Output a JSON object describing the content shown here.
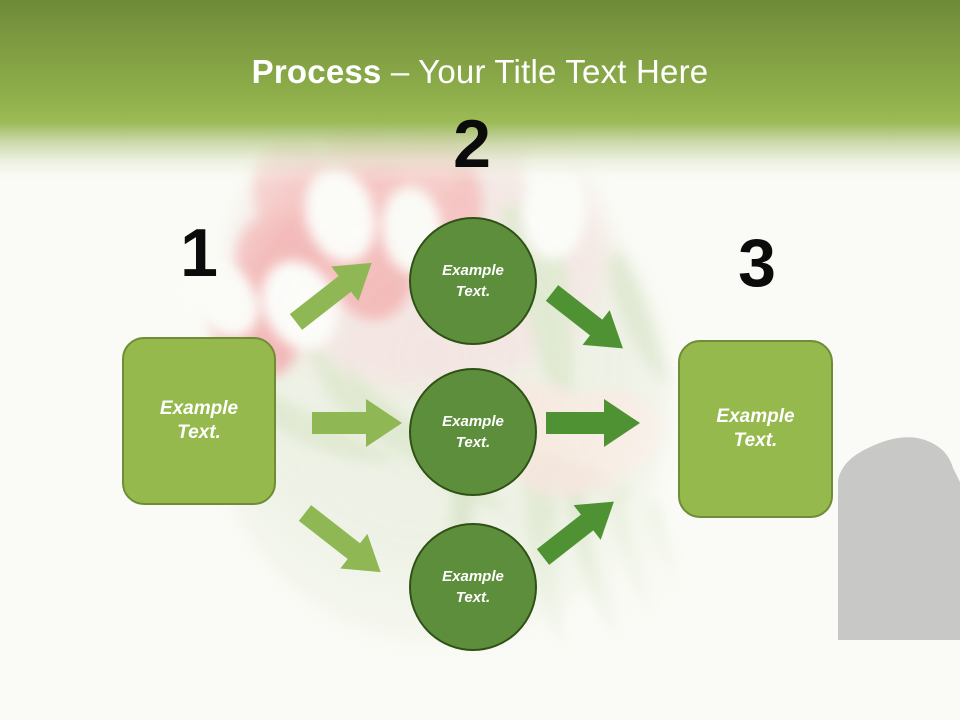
{
  "slide": {
    "title_bold": "Process",
    "title_rest": " – Your Title Text Here",
    "background_color": "#fafbf6",
    "header_top_color": "#6d8a39",
    "header_bottom_color": "#9cbb55"
  },
  "steps": [
    {
      "number": "1",
      "shape": "rounded-box",
      "label": "Example\nText.",
      "label_line1": "Example",
      "label_line2": "Text.",
      "fill_color": "#95b94c",
      "border_color": "#6f8c36"
    },
    {
      "number": "2",
      "shape": "circle-group",
      "fill_color": "#5d8e3c",
      "border_color": "#2f5116",
      "nodes": [
        {
          "label_line1": "Example",
          "label_line2": "Text."
        },
        {
          "label_line1": "Example",
          "label_line2": "Text."
        },
        {
          "label_line1": "Example",
          "label_line2": "Text."
        }
      ]
    },
    {
      "number": "3",
      "shape": "rounded-box",
      "label": "Example\nText.",
      "label_line1": "Example",
      "label_line2": "Text.",
      "fill_color": "#95b94c",
      "border_color": "#6f8c36"
    }
  ],
  "arrows": {
    "left_group_color": "#8fb855",
    "right_group_color": "#4e9233",
    "items": [
      {
        "name": "arrow-box1-to-circle-top",
        "direction": "up-right",
        "group": "left"
      },
      {
        "name": "arrow-box1-to-circle-middle",
        "direction": "right",
        "group": "left"
      },
      {
        "name": "arrow-box1-to-circle-bottom",
        "direction": "down-right",
        "group": "left"
      },
      {
        "name": "arrow-circle-top-to-box3",
        "direction": "down-right",
        "group": "right"
      },
      {
        "name": "arrow-circle-middle-to-box3",
        "direction": "right",
        "group": "right"
      },
      {
        "name": "arrow-circle-bottom-to-box3",
        "direction": "up-right",
        "group": "right"
      }
    ]
  },
  "decor": {
    "photo_alt": "faded photograph of a bouquet of pink and white tulips held in a hand",
    "grey_silhouette_color": "#c8c9c6"
  }
}
